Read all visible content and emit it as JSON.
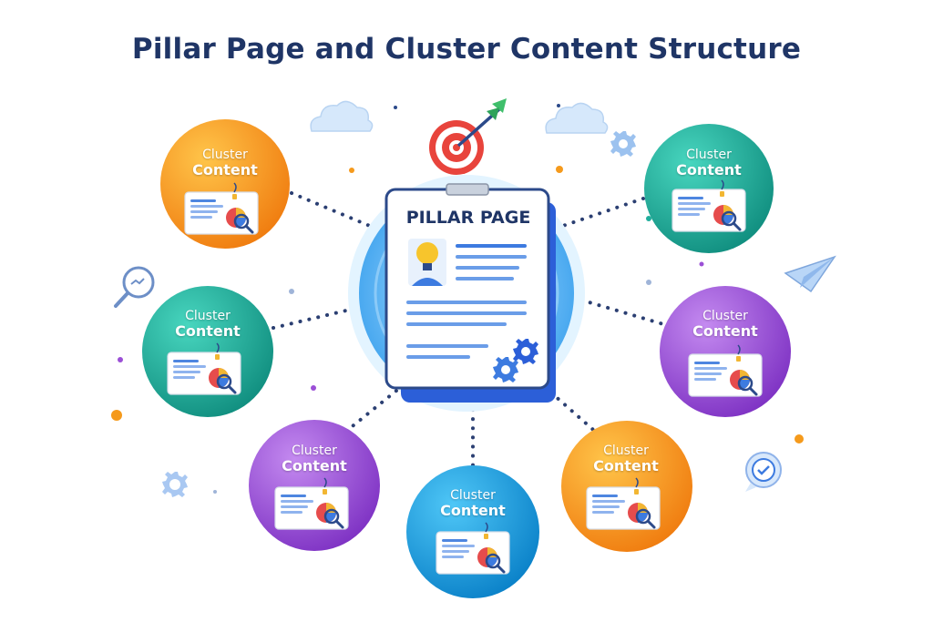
{
  "title": "Pillar Page and Cluster Content Structure",
  "pillar": {
    "label": "PILLAR PAGE"
  },
  "clusters": [
    {
      "line1": "Cluster",
      "line2": "Content",
      "color": "orange"
    },
    {
      "line1": "Cluster",
      "line2": "Content",
      "color": "teal"
    },
    {
      "line1": "Cluster",
      "line2": "Content",
      "color": "purple"
    },
    {
      "line1": "Cluster",
      "line2": "Content",
      "color": "blue"
    },
    {
      "line1": "Cluster",
      "line2": "Content",
      "color": "orange"
    },
    {
      "line1": "Cluster",
      "line2": "Content",
      "color": "purple"
    },
    {
      "line1": "Cluster",
      "line2": "Content",
      "color": "teal"
    }
  ],
  "colors": {
    "title": "#1f3566",
    "orange": "#f59a1c",
    "teal": "#1fae9c",
    "purple": "#9b4fd6",
    "blue": "#1b9fe0",
    "connector": "#2b3f72"
  }
}
